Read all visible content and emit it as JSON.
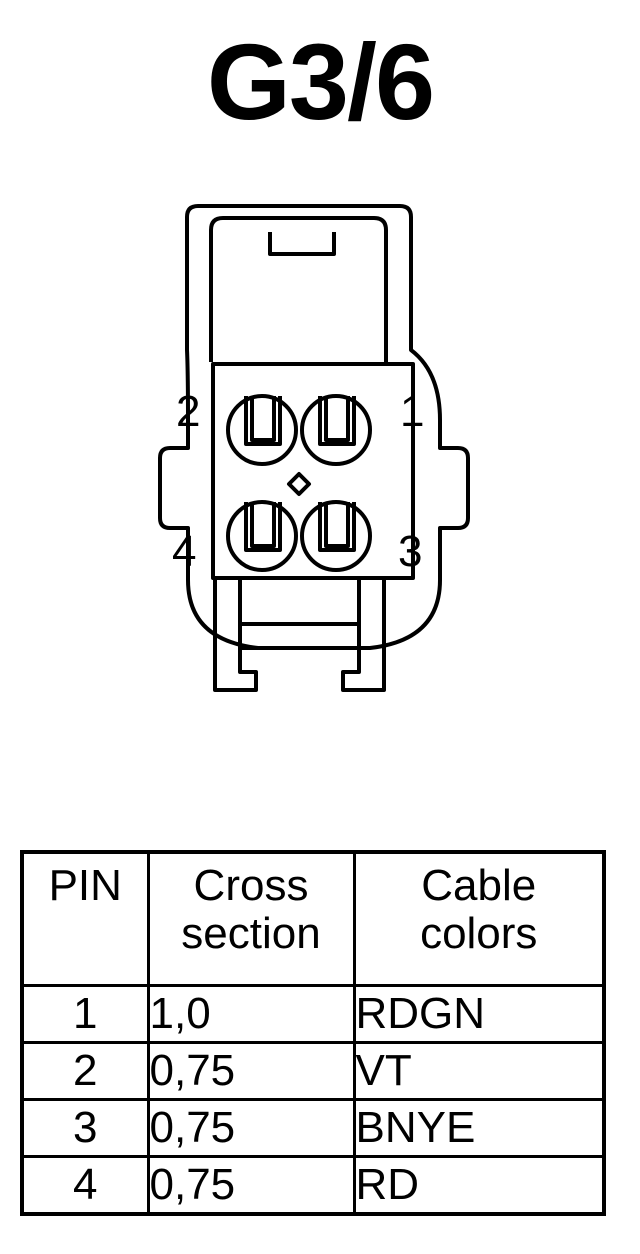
{
  "title": "G3/6",
  "connector": {
    "pin_labels": [
      "2",
      "1",
      "4",
      "3"
    ]
  },
  "table": {
    "headers": {
      "pin": "PIN",
      "cross_line1": "Cross",
      "cross_line2": "section",
      "color_line1": "Cable",
      "color_line2": "colors"
    },
    "rows": [
      {
        "pin": "1",
        "cross": "1,0",
        "color": "RDGN"
      },
      {
        "pin": "2",
        "cross": "0,75",
        "color": "VT"
      },
      {
        "pin": "3",
        "cross": "0,75",
        "color": "BNYE"
      },
      {
        "pin": "4",
        "cross": "0,75",
        "color": "RD"
      }
    ]
  }
}
